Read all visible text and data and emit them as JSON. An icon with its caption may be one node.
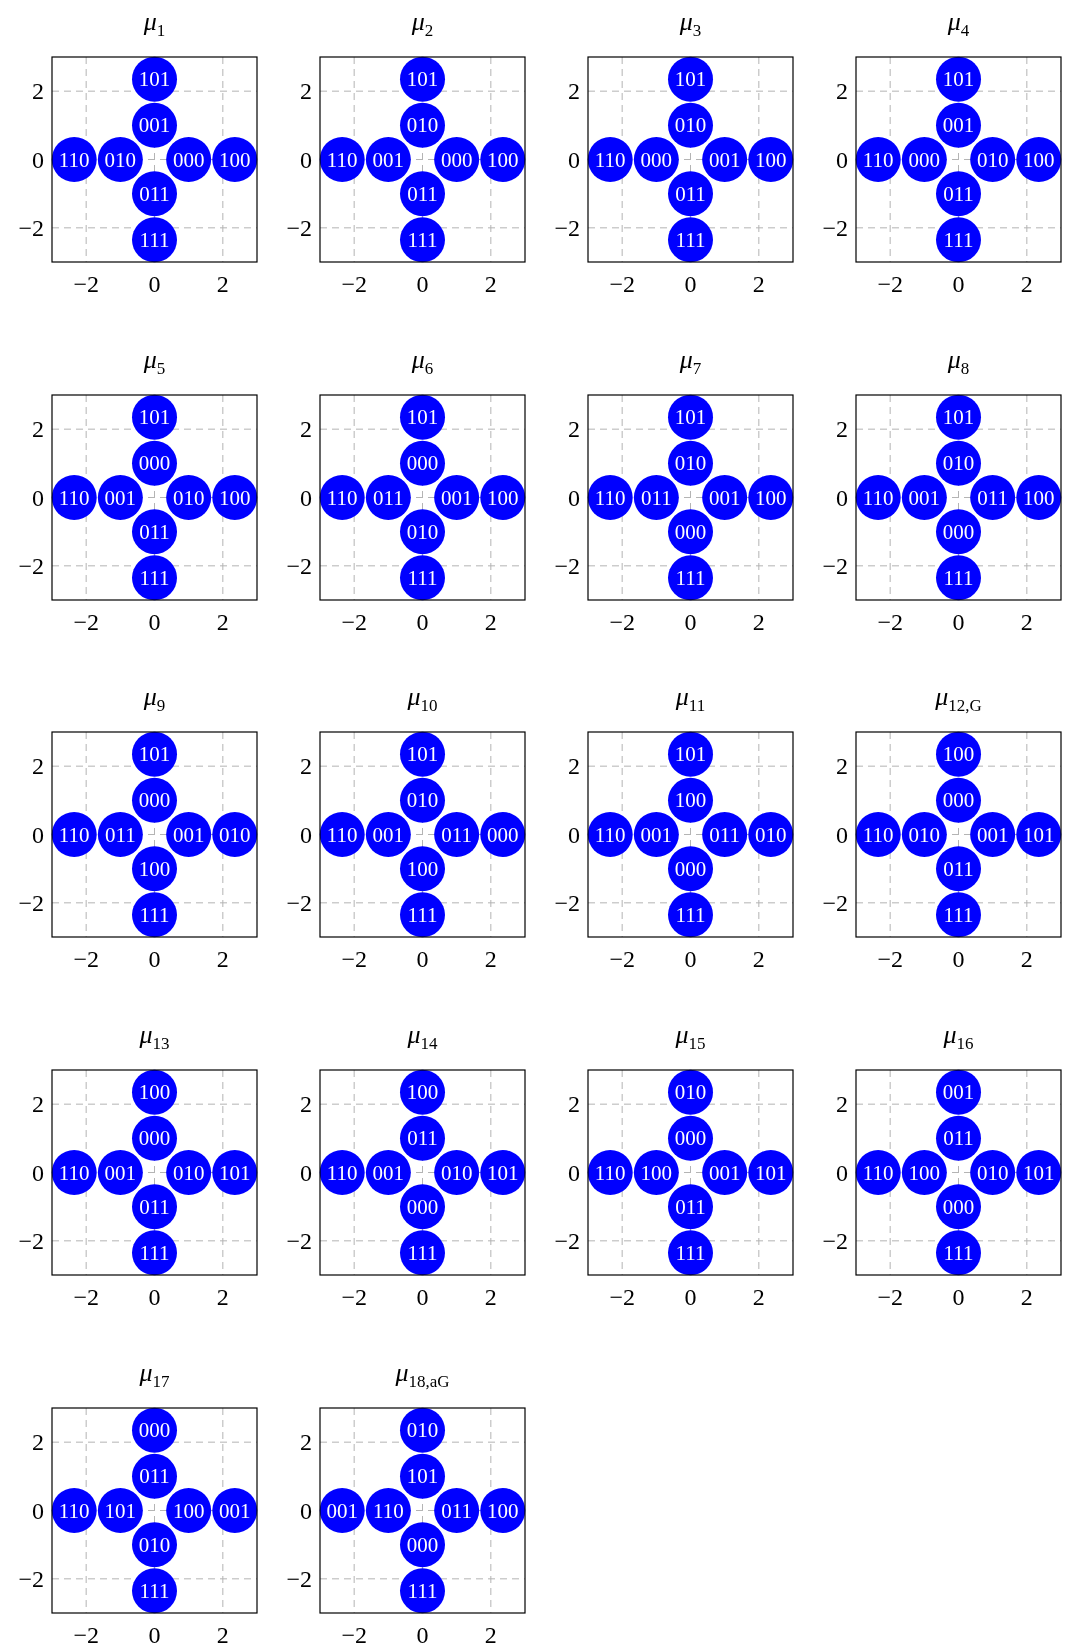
{
  "diagram": {
    "chart_data": [
      {
        "type": "scatter",
        "title": "*μ*$_{1}$",
        "x": [
          0,
          0,
          -2.35,
          -1,
          1,
          2.35,
          0,
          0
        ],
        "series": [
          {
            "color": "#0000ff",
            "values": [
              2.35,
              1,
              0,
              0,
              0,
              0,
              -1,
              -2.35
            ]
          }
        ],
        "value_labels": [
          "101",
          "001",
          "110",
          "010",
          "000",
          "100",
          "011",
          "111"
        ],
        "xlim": [
          -3,
          3
        ],
        "ylim": [
          -3,
          3
        ],
        "xticks": [
          -2,
          0,
          2
        ],
        "yticks": [
          -2,
          0,
          2
        ],
        "grid": true
      },
      {
        "type": "scatter",
        "title": "*μ*$_{2}$",
        "x": [
          0,
          0,
          -2.35,
          -1,
          1,
          2.35,
          0,
          0
        ],
        "series": [
          {
            "color": "#0000ff",
            "values": [
              2.35,
              1,
              0,
              0,
              0,
              0,
              -1,
              -2.35
            ]
          }
        ],
        "value_labels": [
          "101",
          "010",
          "110",
          "001",
          "000",
          "100",
          "011",
          "111"
        ],
        "xlim": [
          -3,
          3
        ],
        "ylim": [
          -3,
          3
        ],
        "xticks": [
          -2,
          0,
          2
        ],
        "yticks": [
          -2,
          0,
          2
        ],
        "grid": true
      },
      {
        "type": "scatter",
        "title": "*μ*$_{3}$",
        "x": [
          0,
          0,
          -2.35,
          -1,
          1,
          2.35,
          0,
          0
        ],
        "series": [
          {
            "color": "#0000ff",
            "values": [
              2.35,
              1,
              0,
              0,
              0,
              0,
              -1,
              -2.35
            ]
          }
        ],
        "value_labels": [
          "101",
          "010",
          "110",
          "000",
          "001",
          "100",
          "011",
          "111"
        ],
        "xlim": [
          -3,
          3
        ],
        "ylim": [
          -3,
          3
        ],
        "xticks": [
          -2,
          0,
          2
        ],
        "yticks": [
          -2,
          0,
          2
        ],
        "grid": true
      },
      {
        "type": "scatter",
        "title": "*μ*$_{4}$",
        "x": [
          0,
          0,
          -2.35,
          -1,
          1,
          2.35,
          0,
          0
        ],
        "series": [
          {
            "color": "#0000ff",
            "values": [
              2.35,
              1,
              0,
              0,
              0,
              0,
              -1,
              -2.35
            ]
          }
        ],
        "value_labels": [
          "101",
          "001",
          "110",
          "000",
          "010",
          "100",
          "011",
          "111"
        ],
        "xlim": [
          -3,
          3
        ],
        "ylim": [
          -3,
          3
        ],
        "xticks": [
          -2,
          0,
          2
        ],
        "yticks": [
          -2,
          0,
          2
        ],
        "grid": true
      },
      {
        "type": "scatter",
        "title": "*μ*$_{5}$",
        "x": [
          0,
          0,
          -2.35,
          -1,
          1,
          2.35,
          0,
          0
        ],
        "series": [
          {
            "color": "#0000ff",
            "values": [
              2.35,
              1,
              0,
              0,
              0,
              0,
              -1,
              -2.35
            ]
          }
        ],
        "value_labels": [
          "101",
          "000",
          "110",
          "001",
          "010",
          "100",
          "011",
          "111"
        ],
        "xlim": [
          -3,
          3
        ],
        "ylim": [
          -3,
          3
        ],
        "xticks": [
          -2,
          0,
          2
        ],
        "yticks": [
          -2,
          0,
          2
        ],
        "grid": true
      },
      {
        "type": "scatter",
        "title": "*μ*$_{6}$",
        "x": [
          0,
          0,
          -2.35,
          -1,
          1,
          2.35,
          0,
          0
        ],
        "series": [
          {
            "color": "#0000ff",
            "values": [
              2.35,
              1,
              0,
              0,
              0,
              0,
              -1,
              -2.35
            ]
          }
        ],
        "value_labels": [
          "101",
          "000",
          "110",
          "011",
          "001",
          "100",
          "010",
          "111"
        ],
        "xlim": [
          -3,
          3
        ],
        "ylim": [
          -3,
          3
        ],
        "xticks": [
          -2,
          0,
          2
        ],
        "yticks": [
          -2,
          0,
          2
        ],
        "grid": true
      },
      {
        "type": "scatter",
        "title": "*μ*$_{7}$",
        "x": [
          0,
          0,
          -2.35,
          -1,
          1,
          2.35,
          0,
          0
        ],
        "series": [
          {
            "color": "#0000ff",
            "values": [
              2.35,
              1,
              0,
              0,
              0,
              0,
              -1,
              -2.35
            ]
          }
        ],
        "value_labels": [
          "101",
          "010",
          "110",
          "011",
          "001",
          "100",
          "000",
          "111"
        ],
        "xlim": [
          -3,
          3
        ],
        "ylim": [
          -3,
          3
        ],
        "xticks": [
          -2,
          0,
          2
        ],
        "yticks": [
          -2,
          0,
          2
        ],
        "grid": true
      },
      {
        "type": "scatter",
        "title": "*μ*$_{8}$",
        "x": [
          0,
          0,
          -2.35,
          -1,
          1,
          2.35,
          0,
          0
        ],
        "series": [
          {
            "color": "#0000ff",
            "values": [
              2.35,
              1,
              0,
              0,
              0,
              0,
              -1,
              -2.35
            ]
          }
        ],
        "value_labels": [
          "101",
          "010",
          "110",
          "001",
          "011",
          "100",
          "000",
          "111"
        ],
        "xlim": [
          -3,
          3
        ],
        "ylim": [
          -3,
          3
        ],
        "xticks": [
          -2,
          0,
          2
        ],
        "yticks": [
          -2,
          0,
          2
        ],
        "grid": true
      },
      {
        "type": "scatter",
        "title": "*μ*$_{9}$",
        "x": [
          0,
          0,
          -2.35,
          -1,
          1,
          2.35,
          0,
          0
        ],
        "series": [
          {
            "color": "#0000ff",
            "values": [
              2.35,
              1,
              0,
              0,
              0,
              0,
              -1,
              -2.35
            ]
          }
        ],
        "value_labels": [
          "101",
          "000",
          "110",
          "011",
          "001",
          "010",
          "100",
          "111"
        ],
        "xlim": [
          -3,
          3
        ],
        "ylim": [
          -3,
          3
        ],
        "xticks": [
          -2,
          0,
          2
        ],
        "yticks": [
          -2,
          0,
          2
        ],
        "grid": true
      },
      {
        "type": "scatter",
        "title": "*μ*$_{10}$",
        "x": [
          0,
          0,
          -2.35,
          -1,
          1,
          2.35,
          0,
          0
        ],
        "series": [
          {
            "color": "#0000ff",
            "values": [
              2.35,
              1,
              0,
              0,
              0,
              0,
              -1,
              -2.35
            ]
          }
        ],
        "value_labels": [
          "101",
          "010",
          "110",
          "001",
          "011",
          "000",
          "100",
          "111"
        ],
        "xlim": [
          -3,
          3
        ],
        "ylim": [
          -3,
          3
        ],
        "xticks": [
          -2,
          0,
          2
        ],
        "yticks": [
          -2,
          0,
          2
        ],
        "grid": true
      },
      {
        "type": "scatter",
        "title": "*μ*$_{11}$",
        "x": [
          0,
          0,
          -2.35,
          -1,
          1,
          2.35,
          0,
          0
        ],
        "series": [
          {
            "color": "#0000ff",
            "values": [
              2.35,
              1,
              0,
              0,
              0,
              0,
              -1,
              -2.35
            ]
          }
        ],
        "value_labels": [
          "101",
          "100",
          "110",
          "001",
          "011",
          "010",
          "000",
          "111"
        ],
        "xlim": [
          -3,
          3
        ],
        "ylim": [
          -3,
          3
        ],
        "xticks": [
          -2,
          0,
          2
        ],
        "yticks": [
          -2,
          0,
          2
        ],
        "grid": true
      },
      {
        "type": "scatter",
        "title": "*μ*$_{12,G}$",
        "x": [
          0,
          0,
          -2.35,
          -1,
          1,
          2.35,
          0,
          0
        ],
        "series": [
          {
            "color": "#0000ff",
            "values": [
              2.35,
              1,
              0,
              0,
              0,
              0,
              -1,
              -2.35
            ]
          }
        ],
        "value_labels": [
          "100",
          "000",
          "110",
          "010",
          "001",
          "101",
          "011",
          "111"
        ],
        "xlim": [
          -3,
          3
        ],
        "ylim": [
          -3,
          3
        ],
        "xticks": [
          -2,
          0,
          2
        ],
        "yticks": [
          -2,
          0,
          2
        ],
        "grid": true
      },
      {
        "type": "scatter",
        "title": "*μ*$_{13}$",
        "x": [
          0,
          0,
          -2.35,
          -1,
          1,
          2.35,
          0,
          0
        ],
        "series": [
          {
            "color": "#0000ff",
            "values": [
              2.35,
              1,
              0,
              0,
              0,
              0,
              -1,
              -2.35
            ]
          }
        ],
        "value_labels": [
          "100",
          "000",
          "110",
          "001",
          "010",
          "101",
          "011",
          "111"
        ],
        "xlim": [
          -3,
          3
        ],
        "ylim": [
          -3,
          3
        ],
        "xticks": [
          -2,
          0,
          2
        ],
        "yticks": [
          -2,
          0,
          2
        ],
        "grid": true
      },
      {
        "type": "scatter",
        "title": "*μ*$_{14}$",
        "x": [
          0,
          0,
          -2.35,
          -1,
          1,
          2.35,
          0,
          0
        ],
        "series": [
          {
            "color": "#0000ff",
            "values": [
              2.35,
              1,
              0,
              0,
              0,
              0,
              -1,
              -2.35
            ]
          }
        ],
        "value_labels": [
          "100",
          "011",
          "110",
          "001",
          "010",
          "101",
          "000",
          "111"
        ],
        "xlim": [
          -3,
          3
        ],
        "ylim": [
          -3,
          3
        ],
        "xticks": [
          -2,
          0,
          2
        ],
        "yticks": [
          -2,
          0,
          2
        ],
        "grid": true
      },
      {
        "type": "scatter",
        "title": "*μ*$_{15}$",
        "x": [
          0,
          0,
          -2.35,
          -1,
          1,
          2.35,
          0,
          0
        ],
        "series": [
          {
            "color": "#0000ff",
            "values": [
              2.35,
              1,
              0,
              0,
              0,
              0,
              -1,
              -2.35
            ]
          }
        ],
        "value_labels": [
          "010",
          "000",
          "110",
          "100",
          "001",
          "101",
          "011",
          "111"
        ],
        "xlim": [
          -3,
          3
        ],
        "ylim": [
          -3,
          3
        ],
        "xticks": [
          -2,
          0,
          2
        ],
        "yticks": [
          -2,
          0,
          2
        ],
        "grid": true
      },
      {
        "type": "scatter",
        "title": "*μ*$_{16}$",
        "x": [
          0,
          0,
          -2.35,
          -1,
          1,
          2.35,
          0,
          0
        ],
        "series": [
          {
            "color": "#0000ff",
            "values": [
              2.35,
              1,
              0,
              0,
              0,
              0,
              -1,
              -2.35
            ]
          }
        ],
        "value_labels": [
          "001",
          "011",
          "110",
          "100",
          "010",
          "101",
          "000",
          "111"
        ],
        "xlim": [
          -3,
          3
        ],
        "ylim": [
          -3,
          3
        ],
        "xticks": [
          -2,
          0,
          2
        ],
        "yticks": [
          -2,
          0,
          2
        ],
        "grid": true
      },
      {
        "type": "scatter",
        "title": "*μ*$_{17}$",
        "x": [
          0,
          0,
          -2.35,
          -1,
          1,
          2.35,
          0,
          0
        ],
        "series": [
          {
            "color": "#0000ff",
            "values": [
              2.35,
              1,
              0,
              0,
              0,
              0,
              -1,
              -2.35
            ]
          }
        ],
        "value_labels": [
          "000",
          "011",
          "110",
          "101",
          "100",
          "001",
          "010",
          "111"
        ],
        "xlim": [
          -3,
          3
        ],
        "ylim": [
          -3,
          3
        ],
        "xticks": [
          -2,
          0,
          2
        ],
        "yticks": [
          -2,
          0,
          2
        ],
        "grid": true
      },
      {
        "type": "scatter",
        "title": "*μ*$_{18,aG}$",
        "x": [
          0,
          0,
          -2.35,
          -1,
          1,
          2.35,
          0,
          0
        ],
        "series": [
          {
            "color": "#0000ff",
            "values": [
              2.35,
              1,
              0,
              0,
              0,
              0,
              -1,
              -2.35
            ]
          }
        ],
        "value_labels": [
          "010",
          "101",
          "001",
          "110",
          "011",
          "100",
          "000",
          "111"
        ],
        "xlim": [
          -3,
          3
        ],
        "ylim": [
          -3,
          3
        ],
        "xticks": [
          -2,
          0,
          2
        ],
        "yticks": [
          -2,
          0,
          2
        ],
        "grid": true
      }
    ]
  }
}
